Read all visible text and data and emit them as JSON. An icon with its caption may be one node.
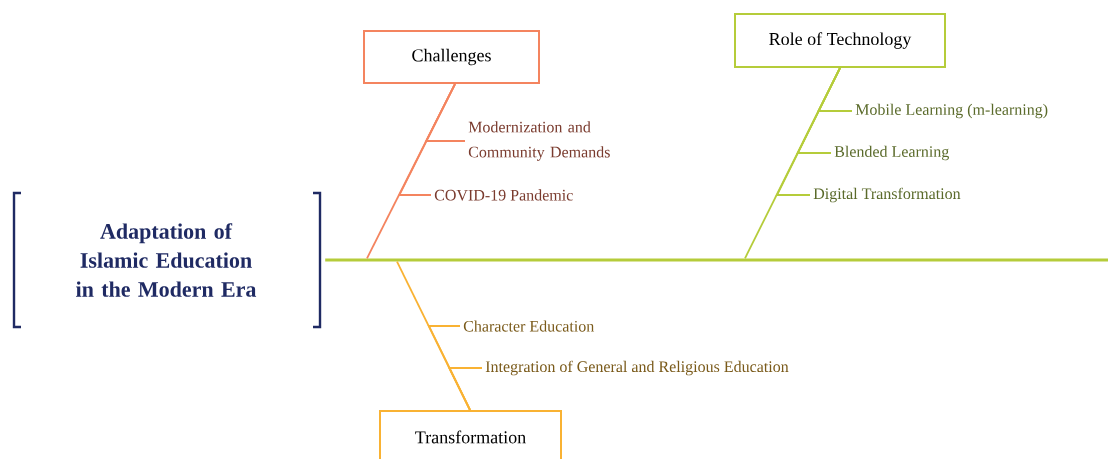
{
  "diagram": {
    "nodes": [
      {
        "text": [
          "Adaptation of Islamic Education in the Modern Era"
        ]
      },
      {
        "text": [],
        "shape": "bar"
      },
      {
        "text": [
          "Challenges"
        ]
      },
      {
        "text": [
          "Modernization and Community Demands"
        ]
      },
      {
        "text": [
          "COVID-19 Pandemic"
        ]
      },
      {
        "text": [
          "Role of Technology"
        ]
      },
      {
        "text": [
          "Mobile Learning (m-learning)"
        ]
      },
      {
        "text": [
          "Blended Learning"
        ]
      },
      {
        "text": [
          "Digital Transformation"
        ]
      },
      {
        "text": [
          "Character Education"
        ]
      },
      {
        "text": [
          "Integration of General and Religious Education"
        ]
      },
      {
        "text": [
          "Transformation"
        ]
      }
    ],
    "edges": [
      {
        "from": 2,
        "to": 1,
        "arrow": "none",
        "color": "#f4845f"
      },
      {
        "from": 3,
        "to": 2,
        "arrow": "none",
        "color": "#f4845f"
      },
      {
        "from": 4,
        "to": 2,
        "arrow": "none",
        "color": "#f4845f"
      },
      {
        "from": 5,
        "to": 1,
        "arrow": "none",
        "color": "#b5cc3a"
      },
      {
        "from": 6,
        "to": 5,
        "arrow": "none",
        "color": "#b5cc3a"
      },
      {
        "from": 7,
        "to": 5,
        "arrow": "none",
        "color": "#b5cc3a"
      },
      {
        "from": 8,
        "to": 5,
        "arrow": "none",
        "color": "#b5cc3a"
      },
      {
        "from": 11,
        "to": 1,
        "arrow": "none",
        "color": "#f9b233"
      },
      {
        "from": 9,
        "to": 11,
        "arrow": "none",
        "color": "#f9b233"
      },
      {
        "from": 10,
        "to": 11,
        "arrow": "none",
        "color": "#f9b233"
      }
    ]
  }
}
